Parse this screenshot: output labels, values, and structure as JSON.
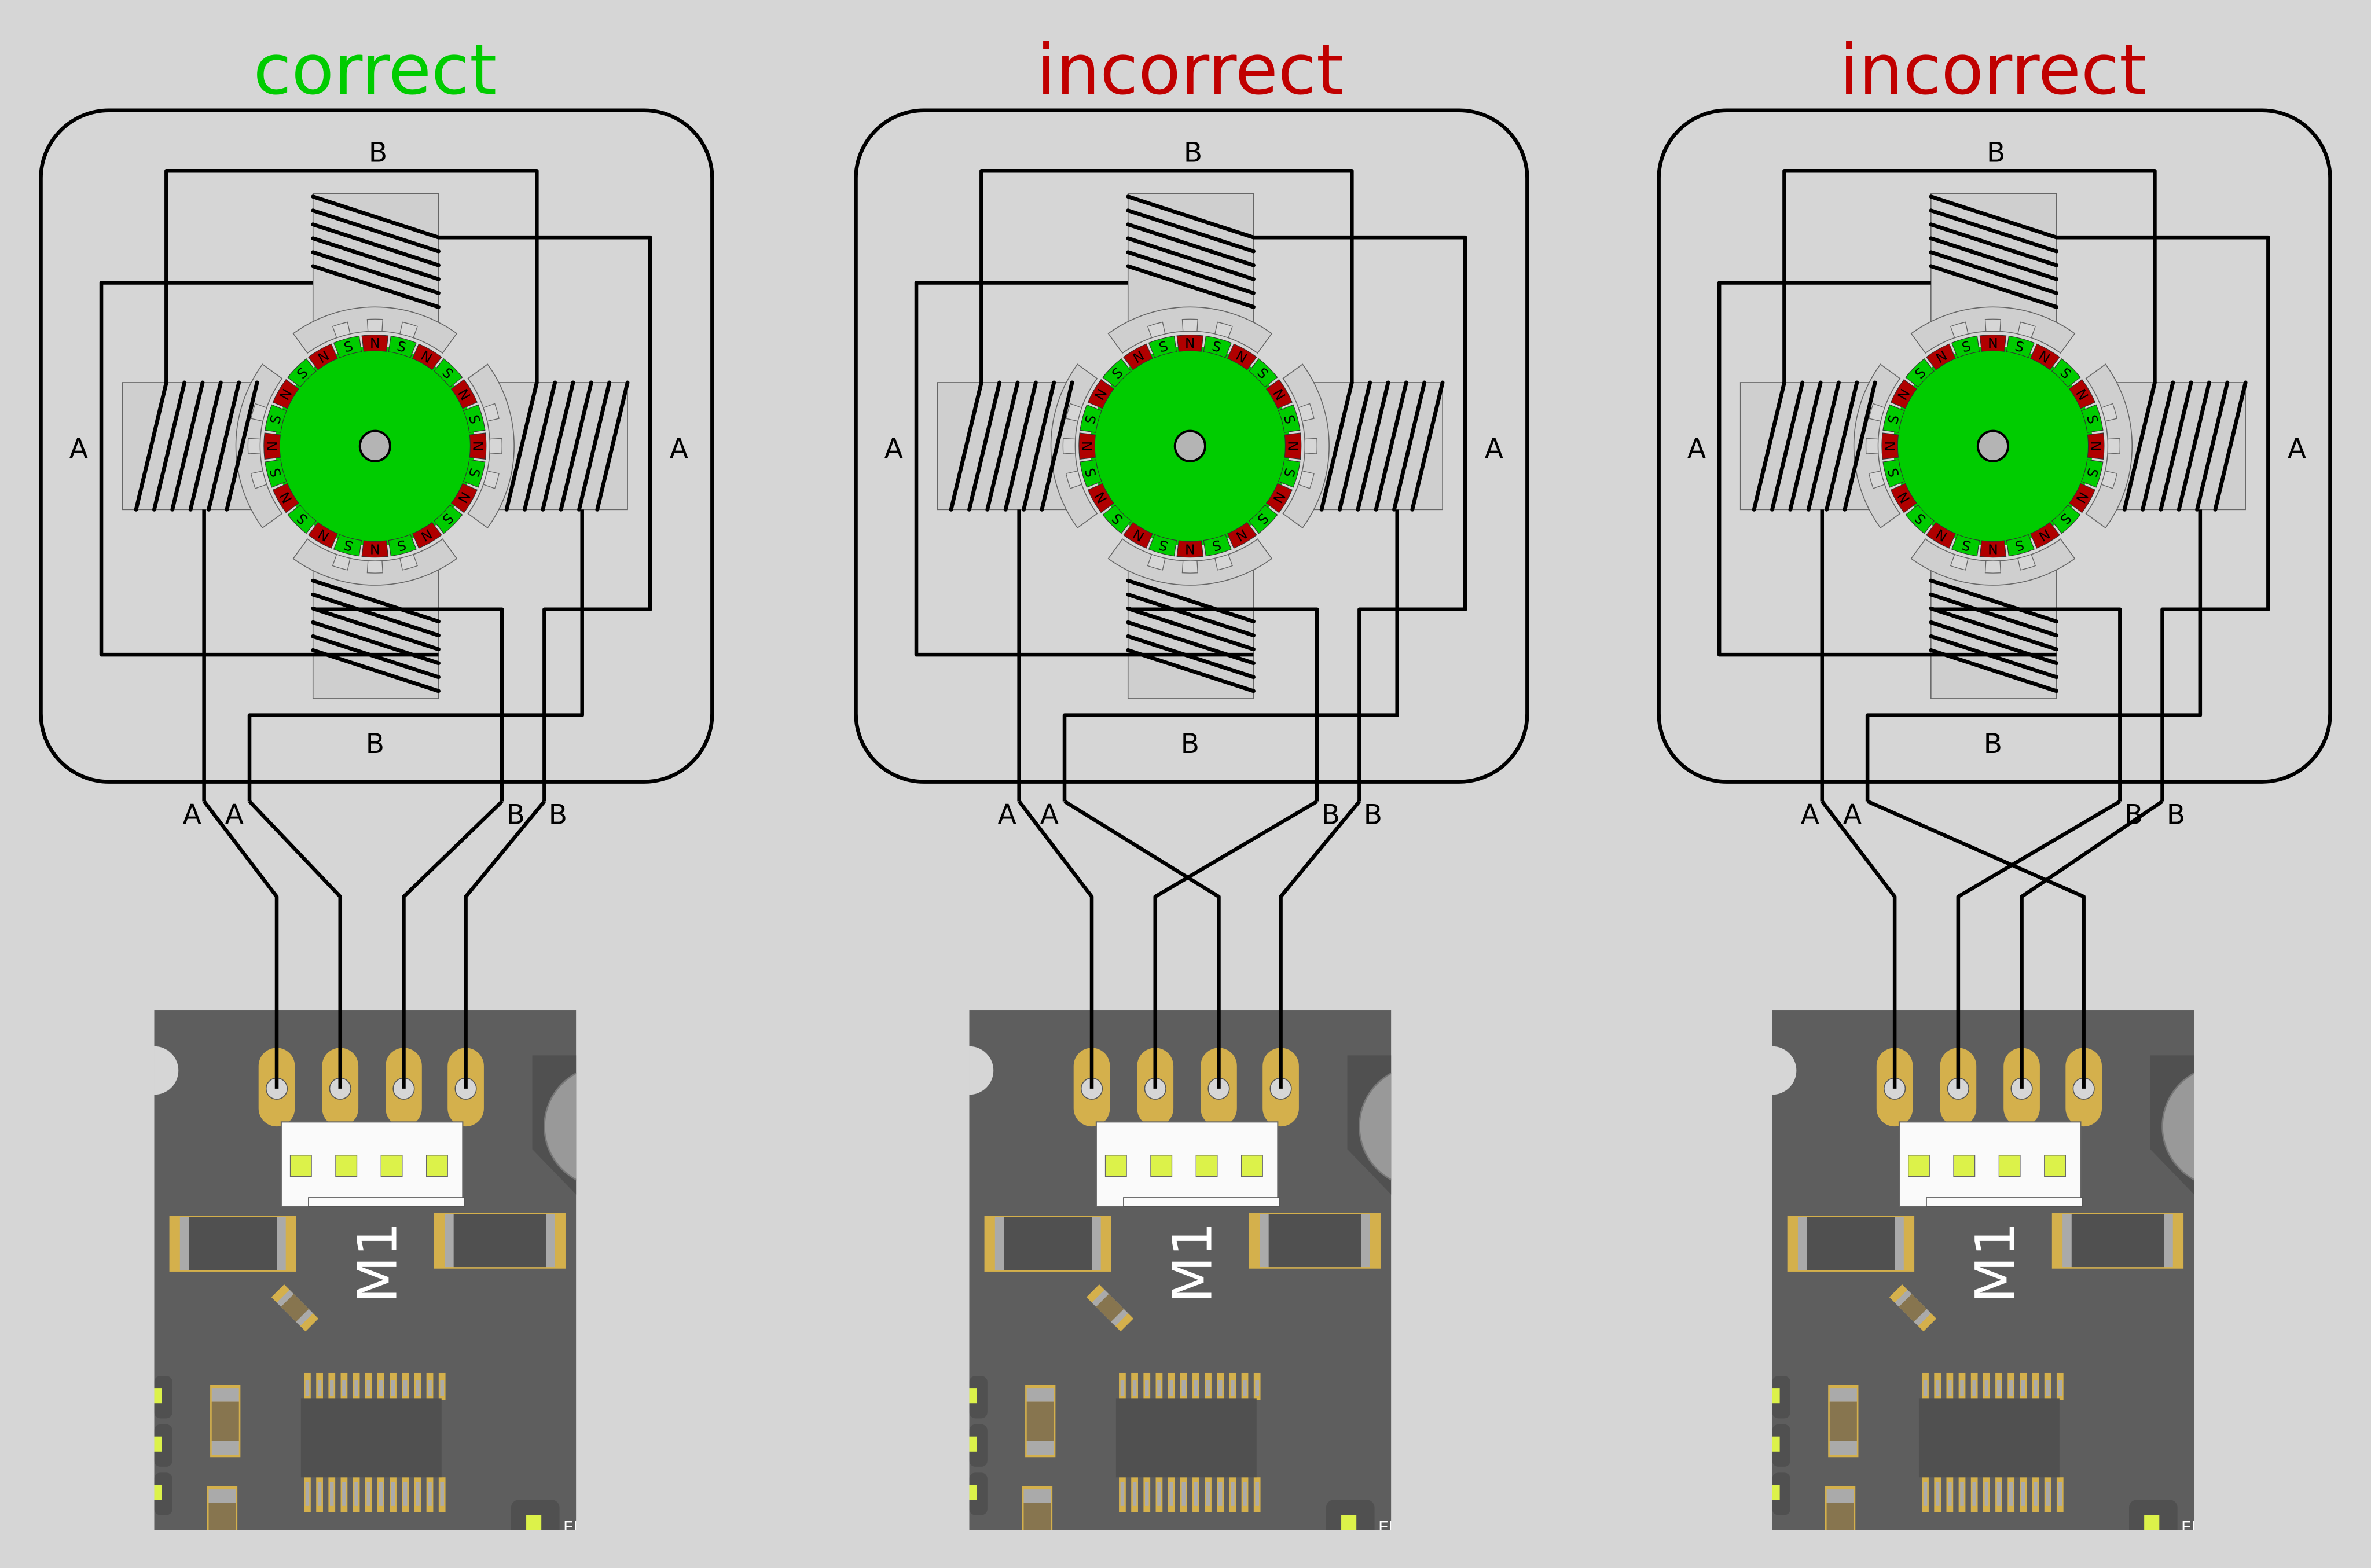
{
  "colors": {
    "background": "#d6d6d6",
    "correct": "#00cc00",
    "incorrect": "#c00000",
    "rotor": "#00cc00",
    "north": "#b00000",
    "south": "#00cc00",
    "pcb": "#5e5e5e",
    "pad": "#d4b04c",
    "pin_highlight": "#dcf24a"
  },
  "rotor": {
    "poles": [
      "N",
      "S",
      "N",
      "S",
      "N",
      "S",
      "N",
      "S",
      "N",
      "S",
      "N",
      "S",
      "N",
      "S",
      "N",
      "S",
      "N",
      "S",
      "N",
      "S",
      "N",
      "S",
      "N",
      "S"
    ]
  },
  "panels": [
    {
      "title": "correct",
      "status": "correct",
      "coil_labels": {
        "top": "B",
        "bottom": "B",
        "left": "A",
        "right": "A"
      },
      "lead_labels": [
        "A",
        "A",
        "B",
        "B"
      ],
      "lead_to_pin": [
        0,
        1,
        2,
        3
      ],
      "board": {
        "label": "M1",
        "en_label": "EN"
      }
    },
    {
      "title": "incorrect",
      "status": "incorrect",
      "coil_labels": {
        "top": "B",
        "bottom": "B",
        "left": "A",
        "right": "A"
      },
      "lead_labels": [
        "A",
        "A",
        "B",
        "B"
      ],
      "lead_to_pin": [
        0,
        2,
        1,
        3
      ],
      "board": {
        "label": "M1",
        "en_label": "EN"
      }
    },
    {
      "title": "incorrect",
      "status": "incorrect",
      "coil_labels": {
        "top": "B",
        "bottom": "B",
        "left": "A",
        "right": "A"
      },
      "lead_labels": [
        "A",
        "A",
        "B",
        "B"
      ],
      "lead_to_pin": [
        0,
        3,
        1,
        2
      ],
      "board": {
        "label": "M1",
        "en_label": "EN"
      }
    }
  ]
}
